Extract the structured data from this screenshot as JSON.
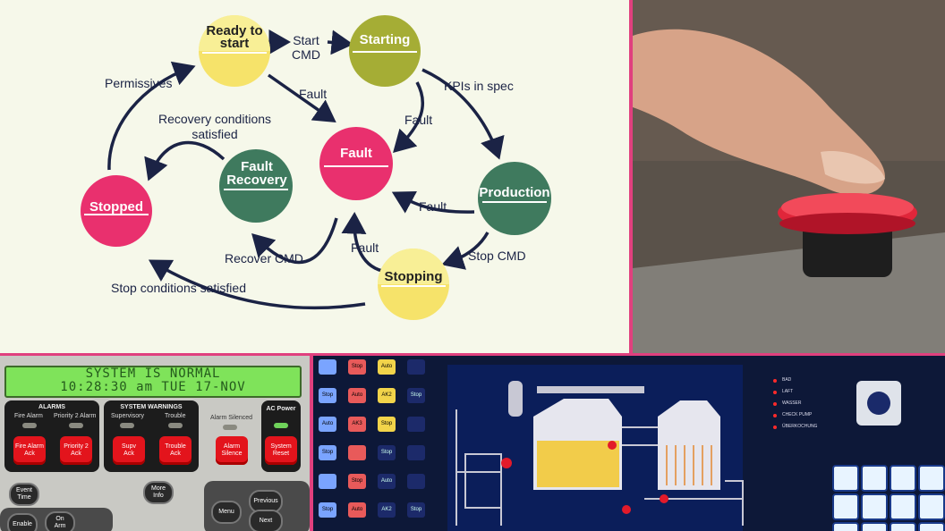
{
  "diagram": {
    "states": {
      "ready": "Ready to\nstart",
      "starting": "Starting",
      "fault": "Fault",
      "fault_recovery": "Fault\nRecovery",
      "stopped": "Stopped",
      "production": "Production",
      "stopping": "Stopping"
    },
    "edges": {
      "start_cmd": "Start\nCMD",
      "permissives": "Permissives",
      "fault_ready": "Fault",
      "kpis": "KPIs in spec",
      "fault_starting": "Fault",
      "recovery": "Recovery conditions\nsatisfied",
      "fault_production": "Fault",
      "fault_stopping": "Fault",
      "recover_cmd": "Recover CMD",
      "stop_cmd": "Stop CMD",
      "stop_conditions": "Stop conditions satisfied"
    },
    "colors": {
      "yellow": "#f6e36a",
      "olive": "#a5ad35",
      "pink": "#e9306e",
      "green": "#3f7a5e",
      "arrow": "#1b2345"
    }
  },
  "alarm_panel": {
    "lcd_line1": "SYSTEM IS NORMAL",
    "lcd_line2": "10:28:30 am  TUE 17-NOV",
    "alarms_title": "ALARMS",
    "fire_alarm": "Fire Alarm",
    "priority2_alarm": "Priority 2 Alarm",
    "warnings_title": "SYSTEM WARNINGS",
    "supervisory": "Supervisory",
    "trouble": "Trouble",
    "alarm_silenced": "Alarm Silenced",
    "ac_power": "AC Power",
    "btn_fire_ack": "Fire Alarm\nAck",
    "btn_p2_ack": "Priority 2\nAck",
    "btn_supv_ack": "Supv\nAck",
    "btn_trouble_ack": "Trouble\nAck",
    "btn_alarm_silence": "Alarm\nSilence",
    "btn_system_reset": "System\nReset",
    "btn_event_time": "Event\nTime",
    "btn_more_info": "More\nInfo",
    "btn_menu": "Menu",
    "btn_previous": "Previous",
    "btn_next": "Next",
    "btn_enable": "Enable",
    "btn_on_arm": "On\nArm"
  },
  "scada": {
    "legend": [
      "BAD",
      "LAFT",
      "WASSER",
      "CHECK PUMP",
      "ÜBERKOCHUNG"
    ],
    "tile_labels": [
      "",
      "Stop",
      "Auto",
      "",
      "Stop",
      "Auto",
      "AK2",
      "Stop",
      "Auto",
      "AK3",
      "Stop",
      "",
      "Stop",
      "",
      "Stop",
      ""
    ]
  }
}
